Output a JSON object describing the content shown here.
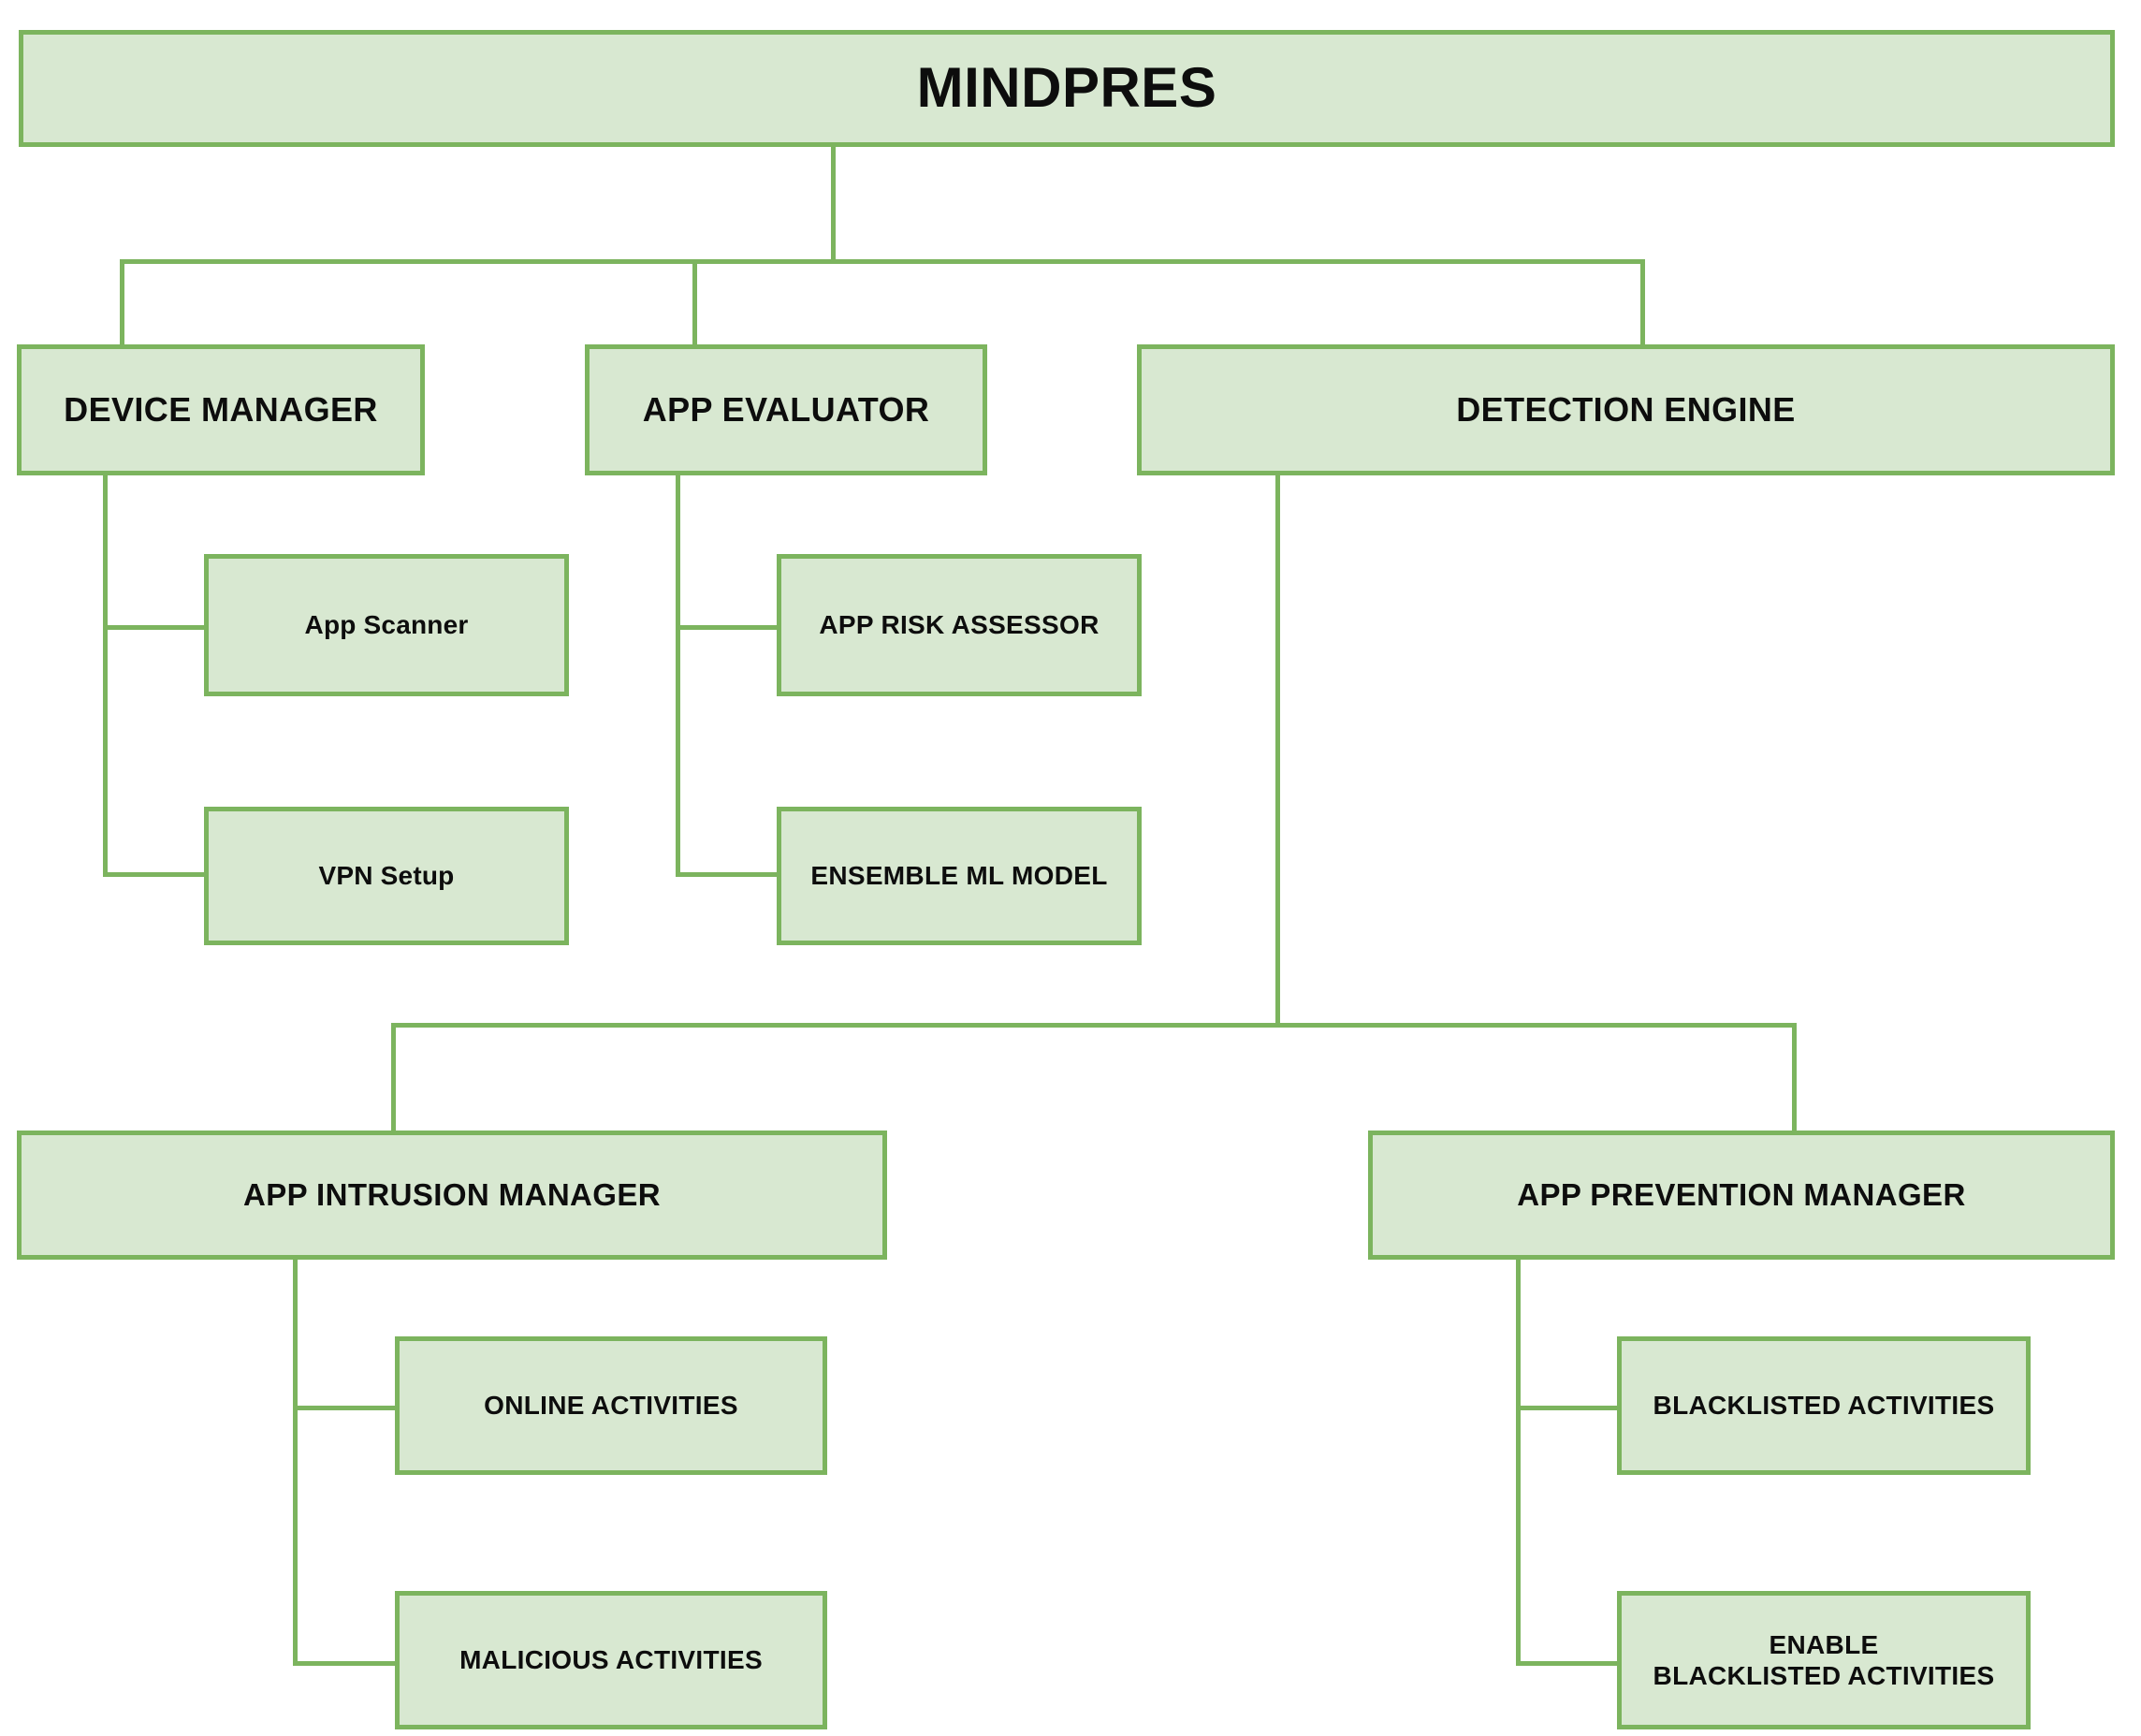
{
  "diagram": {
    "title": "MINDPRES system architecture hierarchy",
    "type": "tree",
    "colors": {
      "node_fill": "#d8e8d1",
      "node_border": "#7cb45e",
      "connector": "#7cb45e",
      "text": "#0d0d0d",
      "background": "#ffffff"
    },
    "nodes": {
      "root": {
        "label": "MINDPRES"
      },
      "device_manager": {
        "label": "DEVICE MANAGER"
      },
      "app_evaluator": {
        "label": "APP EVALUATOR"
      },
      "detection_engine": {
        "label": "DETECTION ENGINE"
      },
      "app_scanner": {
        "label": "App Scanner"
      },
      "vpn_setup": {
        "label": "VPN Setup"
      },
      "app_risk_assessor": {
        "label": "APP RISK ASSESSOR"
      },
      "ensemble_ml_model": {
        "label": "ENSEMBLE ML MODEL"
      },
      "app_intrusion_manager": {
        "label": "APP INTRUSION MANAGER"
      },
      "app_prevention_manager": {
        "label": "APP PREVENTION MANAGER"
      },
      "online_activities": {
        "label": "ONLINE ACTIVITIES"
      },
      "malicious_activities": {
        "label": "MALICIOUS ACTIVITIES"
      },
      "blacklisted_activities": {
        "label": "BLACKLISTED ACTIVITIES"
      },
      "enable_blacklisted_activities": {
        "label": "ENABLE\nBLACKLISTED ACTIVITIES"
      }
    },
    "edges": [
      {
        "from": "root",
        "to": "device_manager"
      },
      {
        "from": "root",
        "to": "app_evaluator"
      },
      {
        "from": "root",
        "to": "detection_engine"
      },
      {
        "from": "device_manager",
        "to": "app_scanner"
      },
      {
        "from": "device_manager",
        "to": "vpn_setup"
      },
      {
        "from": "app_evaluator",
        "to": "app_risk_assessor"
      },
      {
        "from": "app_evaluator",
        "to": "ensemble_ml_model"
      },
      {
        "from": "detection_engine",
        "to": "app_intrusion_manager"
      },
      {
        "from": "detection_engine",
        "to": "app_prevention_manager"
      },
      {
        "from": "app_intrusion_manager",
        "to": "online_activities"
      },
      {
        "from": "app_intrusion_manager",
        "to": "malicious_activities"
      },
      {
        "from": "app_prevention_manager",
        "to": "blacklisted_activities"
      },
      {
        "from": "app_prevention_manager",
        "to": "enable_blacklisted_activities"
      }
    ]
  }
}
